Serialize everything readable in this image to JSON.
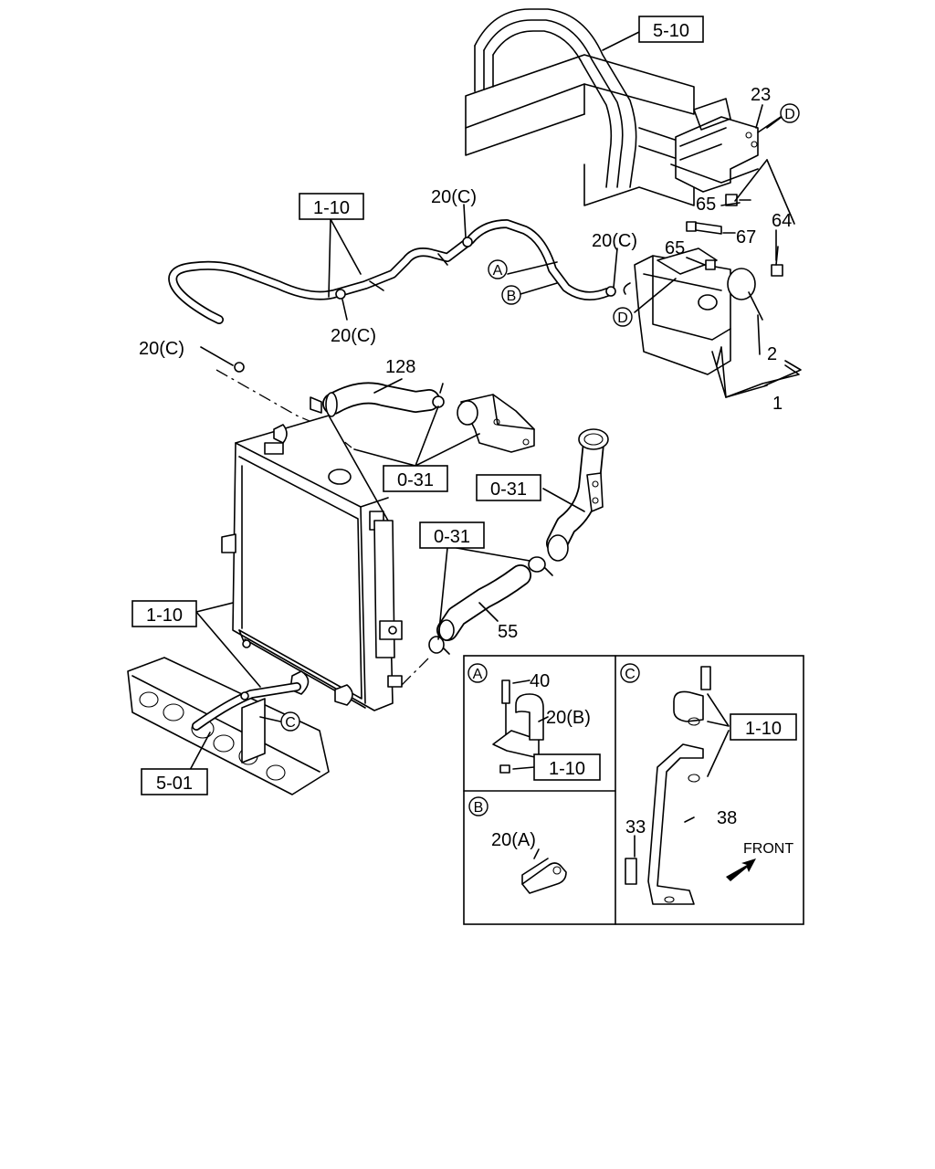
{
  "ref_boxes": {
    "frame_5_10": "5-10",
    "hose_1_10_top": "1-10",
    "radiator_1_10": "1-10",
    "upper_0_31": "0-31",
    "pipe_0_31": "0-31",
    "lower_0_31": "0-31",
    "frame_5_01": "5-01",
    "detail_a_1_10": "1-10",
    "detail_c_1_10": "1-10"
  },
  "part_numbers": {
    "p23": "23",
    "p65_bracket": "65",
    "p67": "67",
    "p64": "64",
    "p65_tank": "65",
    "p2": "2",
    "p1": "1",
    "p128": "128",
    "p55": "55",
    "p20c_top": "20(C)",
    "p20c_tank": "20(C)",
    "p20c_mid": "20(C)",
    "p20c_left": "20(C)",
    "p40": "40",
    "p20b": "20(B)",
    "p20a": "20(A)",
    "p33": "33",
    "p38": "38"
  },
  "callouts": {
    "a_hose": "A",
    "b_hose": "B",
    "d_bolt": "D",
    "d_tank": "D",
    "c_frame": "C",
    "detail_a": "A",
    "detail_b": "B",
    "detail_c": "C"
  },
  "front_label": "FRONT"
}
